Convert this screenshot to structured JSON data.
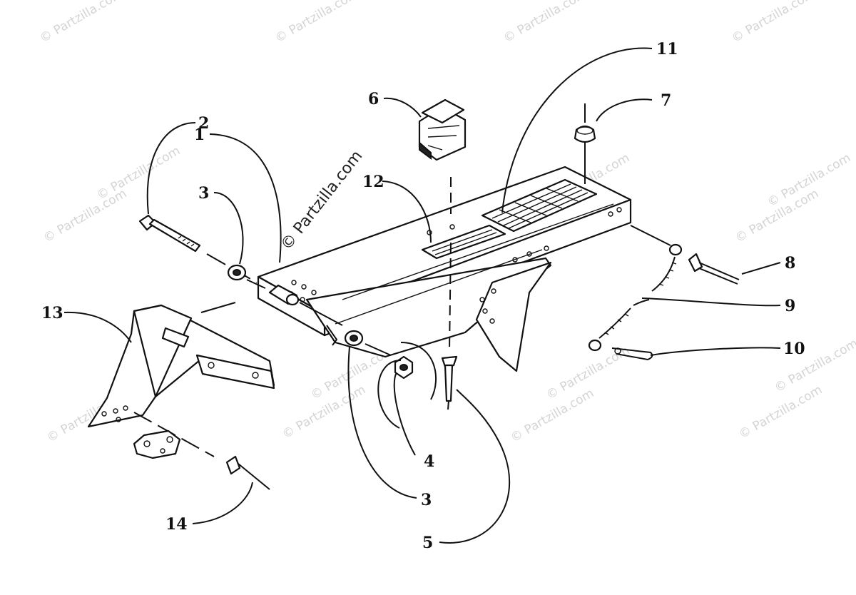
{
  "diagram": {
    "main_watermark": "© Partzilla.com",
    "watermark_text": "© Partzilla.com",
    "callouts": [
      {
        "id": "c1",
        "label": "1"
      },
      {
        "id": "c2",
        "label": "2"
      },
      {
        "id": "c3a",
        "label": "3"
      },
      {
        "id": "c3b",
        "label": "3"
      },
      {
        "id": "c4",
        "label": "4"
      },
      {
        "id": "c5",
        "label": "5"
      },
      {
        "id": "c6",
        "label": "6"
      },
      {
        "id": "c7",
        "label": "7"
      },
      {
        "id": "c8",
        "label": "8"
      },
      {
        "id": "c9",
        "label": "9"
      },
      {
        "id": "c10",
        "label": "10"
      },
      {
        "id": "c11",
        "label": "11"
      },
      {
        "id": "c12",
        "label": "12"
      },
      {
        "id": "c13",
        "label": "13"
      },
      {
        "id": "c14",
        "label": "14"
      }
    ]
  },
  "colors": {
    "ink": "#111111",
    "watermark": "#d4d4d4",
    "background": "#ffffff"
  }
}
